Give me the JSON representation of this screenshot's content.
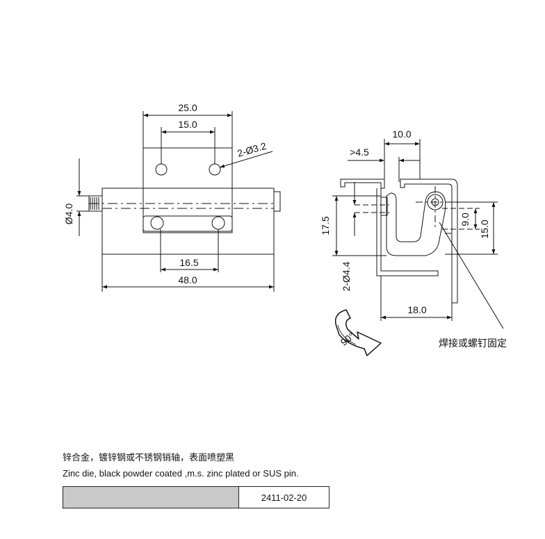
{
  "front_view": {
    "dim_width_outer": "25.0",
    "dim_width_inner": "15.0",
    "dim_holes": "2-Ø3.2",
    "dim_pin_dia": "Ø4.0",
    "dim_knuckle_spacing": "16.5",
    "dim_overall_length": "48.0"
  },
  "side_view": {
    "dim_top_width": "10.0",
    "dim_gap": ">4.5",
    "dim_height": "17.5",
    "dim_holes": "2-Ø4.4",
    "dim_small_height": "9.0",
    "dim_right_height": "15.0",
    "dim_bottom_width": "18.0",
    "rotation_label": "90°",
    "weld_note": "焊接或螺钉固定"
  },
  "description": {
    "chinese": "锌合金，镀锌钢或不锈钢销轴，表面喷塑黑",
    "english": "Zinc die, black powder coated ,m.s. zinc plated or SUS pin."
  },
  "title_block": {
    "part_code": "2411-02-20"
  }
}
